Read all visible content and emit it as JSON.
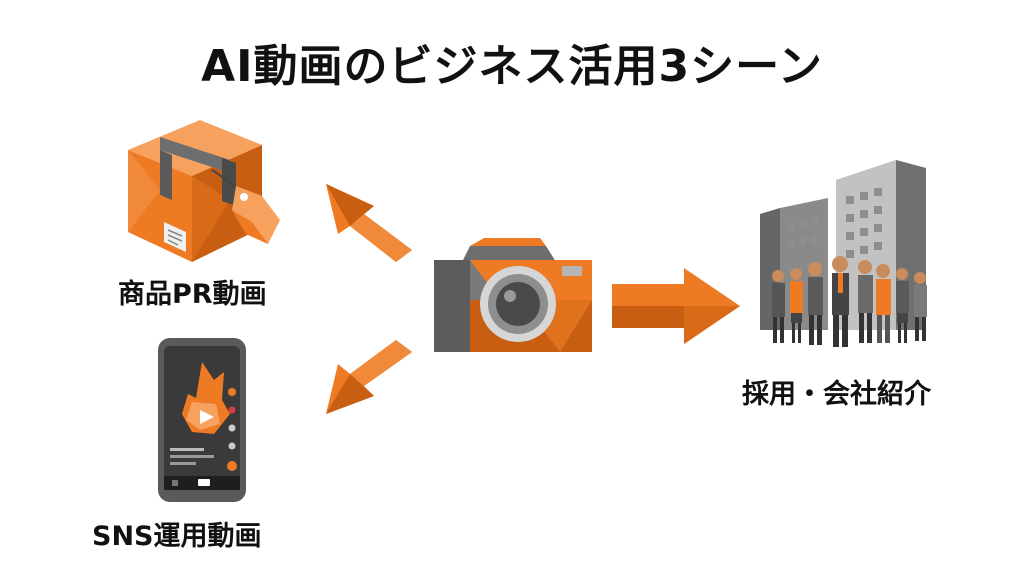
{
  "title": "AI動画のビジネス活用3シーン",
  "scenes": {
    "product": {
      "label": "商品PR動画",
      "icon": "package-with-tag-icon"
    },
    "sns": {
      "label": "SNS運用動画",
      "icon": "smartphone-video-icon"
    },
    "recruit": {
      "label": "採用・会社紹介",
      "icon": "office-buildings-with-people-icon"
    }
  },
  "center": {
    "icon": "camera-icon"
  },
  "colors": {
    "accent": "#EF7A24",
    "accent_dark": "#C85E12",
    "accent_light": "#F6A25E",
    "gray": "#6E6E6E",
    "gray_dark": "#4A4A4A",
    "gray_light": "#B5B5B5"
  }
}
